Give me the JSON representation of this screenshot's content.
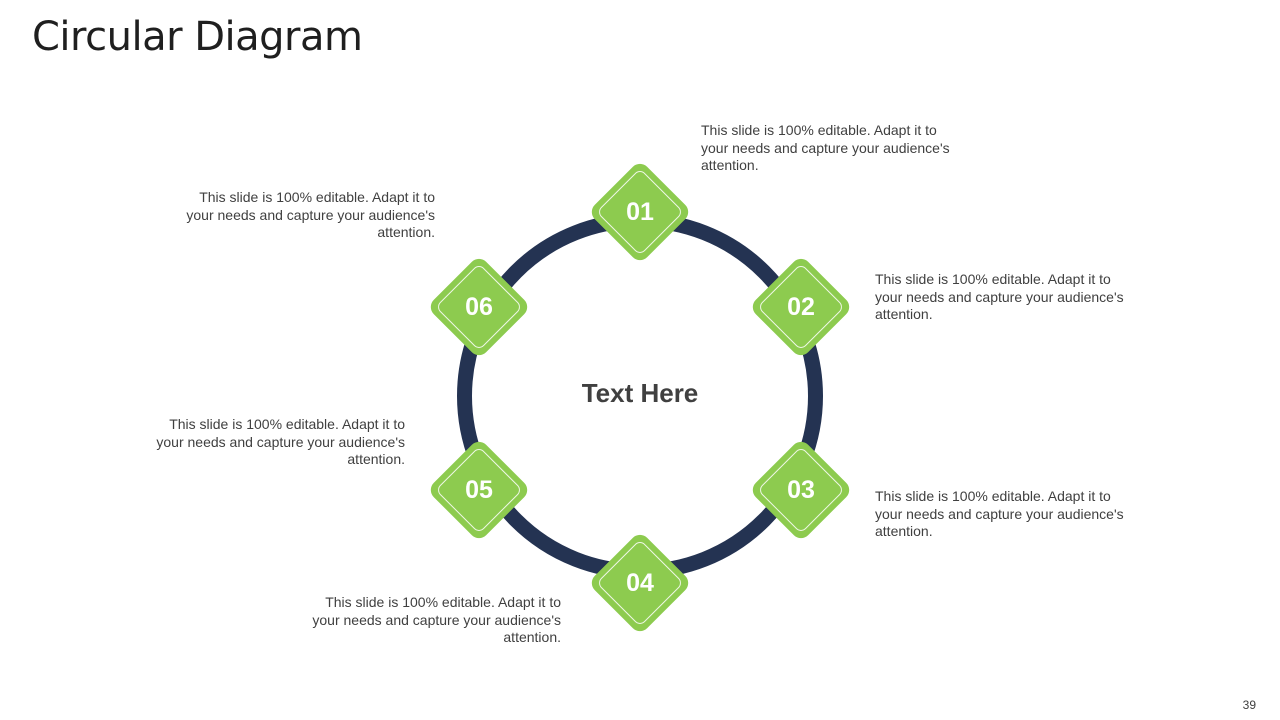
{
  "slide": {
    "title": "Circular Diagram",
    "center_text": "Text Here",
    "page_number": "39"
  },
  "colors": {
    "ring": "#243352",
    "node": "#8dcb4f",
    "text": "#404040"
  },
  "steps": [
    {
      "number": "01",
      "text": "This slide is 100% editable. Adapt it to your needs and capture your audience's attention."
    },
    {
      "number": "02",
      "text": "This slide is 100% editable. Adapt it to your needs and capture your audience's attention."
    },
    {
      "number": "03",
      "text": "This slide is 100% editable. Adapt it to your needs and capture your audience's attention."
    },
    {
      "number": "04",
      "text": "This slide is 100% editable. Adapt it to your needs and capture your audience's attention."
    },
    {
      "number": "05",
      "text": "This slide is 100% editable. Adapt it to your needs and capture your audience's attention."
    },
    {
      "number": "06",
      "text": "This slide is 100% editable. Adapt it to your needs and capture your audience's attention."
    }
  ]
}
